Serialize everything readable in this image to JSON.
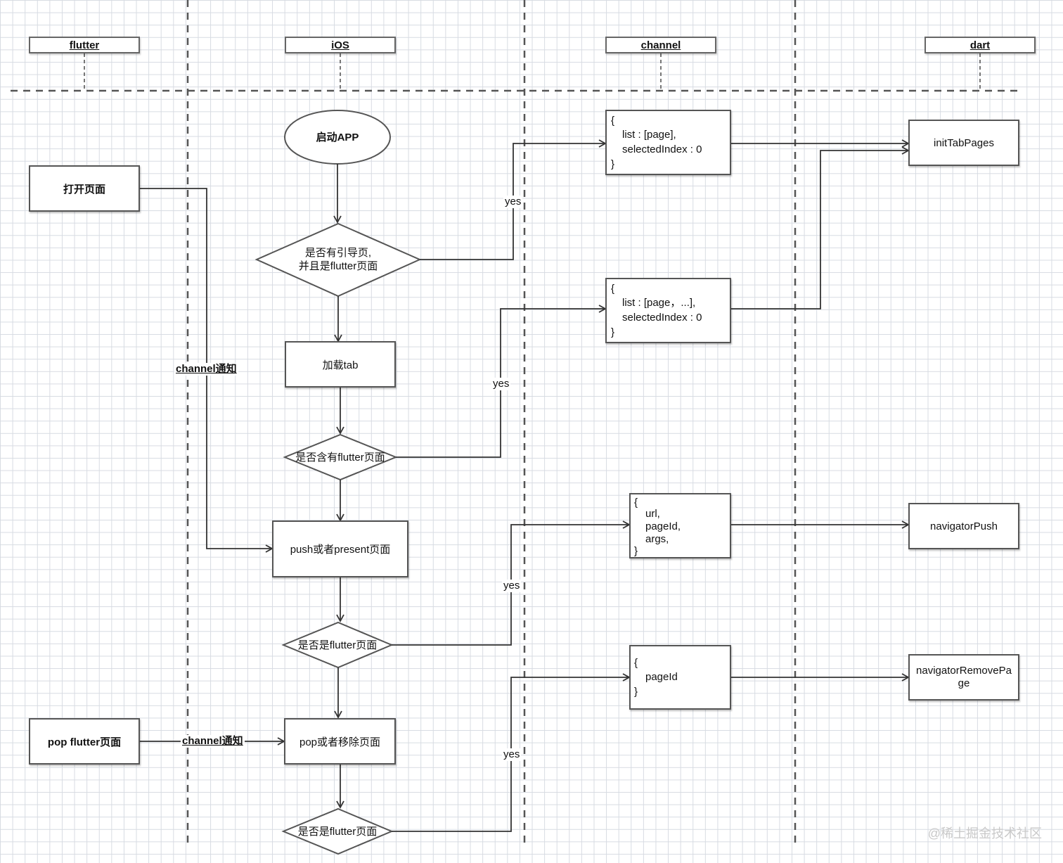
{
  "lanes": {
    "flutter": "flutter",
    "ios": "iOS",
    "channel": "channel",
    "dart": "dart"
  },
  "nodes": {
    "start": "启动APP",
    "open_page": "打开页面",
    "decision_guide_line1": "是否有引导页,",
    "decision_guide_line2": "并且是flutter页面",
    "load_tab": "加载tab",
    "decision_has_flutter": "是否含有flutter页面",
    "push_present": "push或者present页面",
    "decision_is_flutter_1": "是否是flutter页面",
    "pop_flutter": "pop flutter页面",
    "pop_remove": "pop或者移除页面",
    "decision_is_flutter_2": "是否是flutter页面",
    "init_tab_pages": "initTabPages",
    "navigator_push": "navigatorPush",
    "navigator_remove_line1": "navigatorRemovePa",
    "navigator_remove_line2": "ge"
  },
  "channel_payloads": {
    "p1": {
      "open": "{",
      "lines": [
        "list : [page],",
        "selectedIndex : 0"
      ],
      "close": "}"
    },
    "p2": {
      "open": "{",
      "lines": [
        "list : [page，...],",
        "selectedIndex : 0"
      ],
      "close": "}"
    },
    "p3": {
      "open": "{",
      "lines": [
        "url,",
        "pageId,",
        "args,"
      ],
      "close": "}"
    },
    "p4": {
      "open": "{",
      "lines": [
        "pageId"
      ],
      "close": "}"
    }
  },
  "edge_labels": {
    "yes": "yes",
    "channel_notify": "channel通知"
  },
  "watermark": "@稀土掘金技术社区"
}
